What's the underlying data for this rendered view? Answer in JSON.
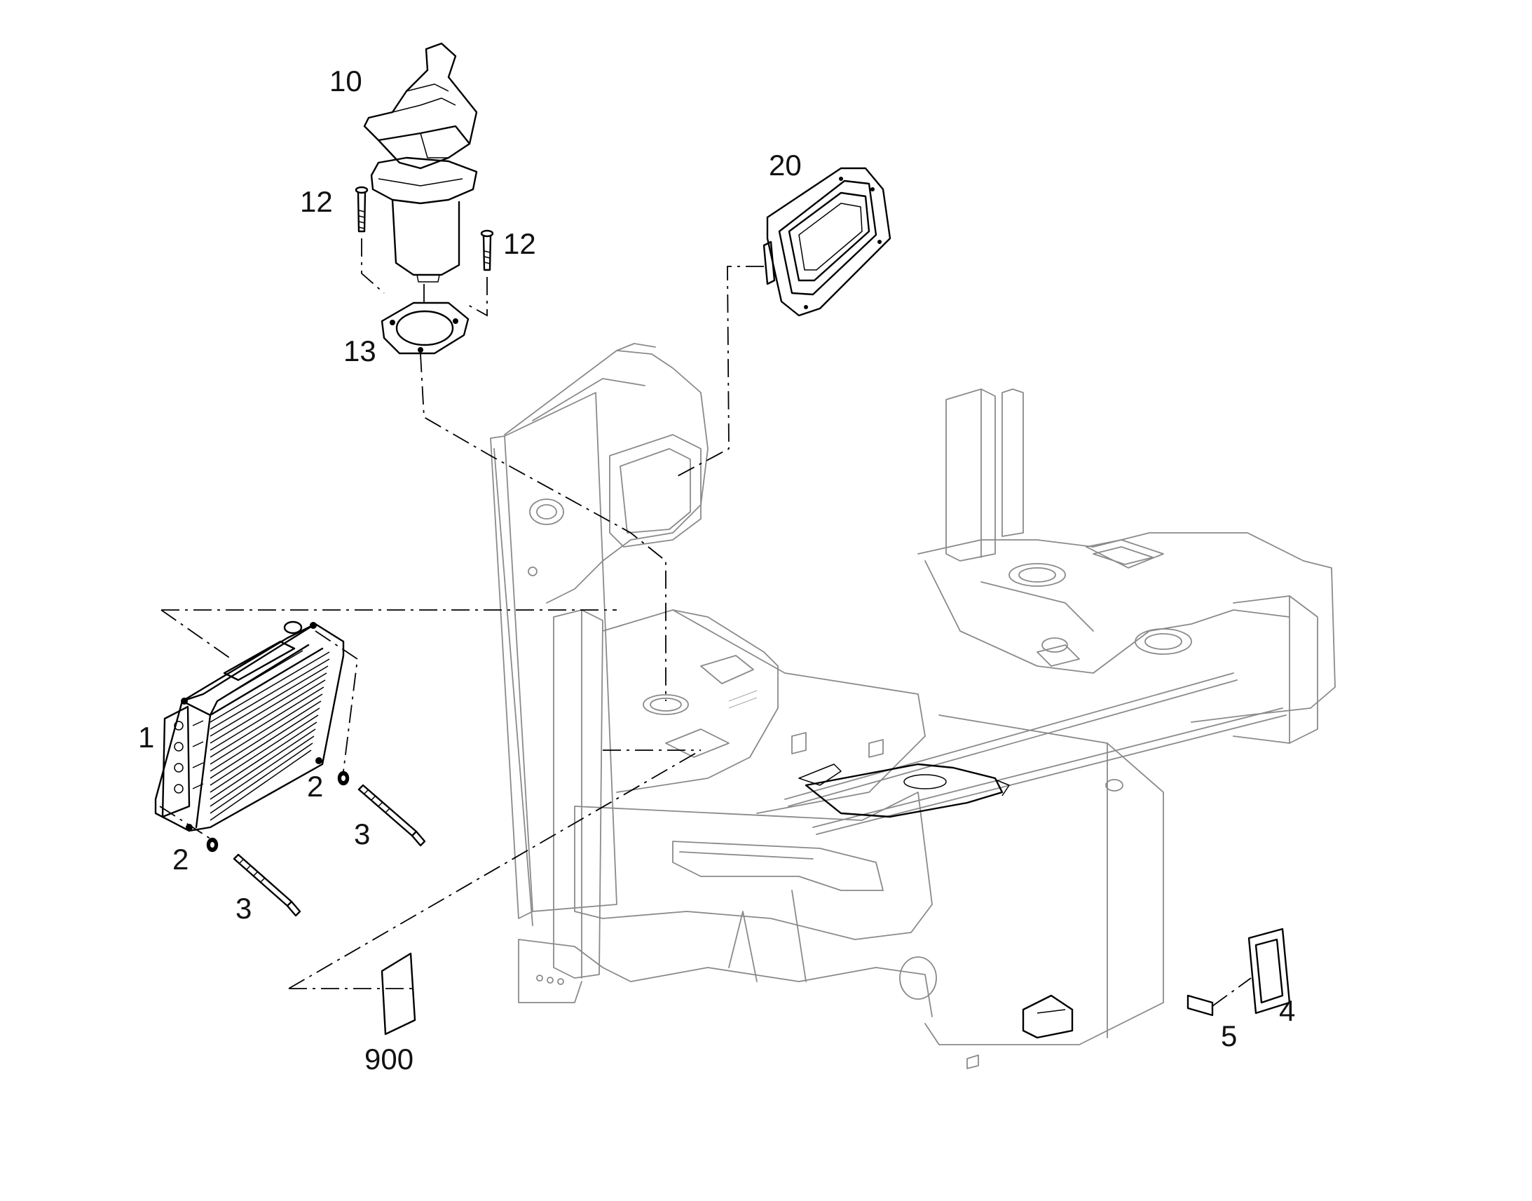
{
  "callouts": {
    "c1": "1",
    "c2a": "2",
    "c2b": "2",
    "c3a": "3",
    "c3b": "3",
    "c4": "4",
    "c5": "5",
    "c10": "10",
    "c12a": "12",
    "c12b": "12",
    "c13": "13",
    "c20": "20",
    "c900": "900"
  }
}
